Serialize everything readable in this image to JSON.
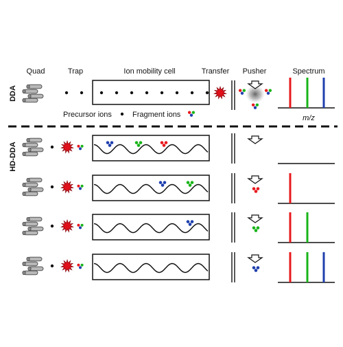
{
  "headers": {
    "quad": "Quad",
    "trap": "Trap",
    "imc": "Ion mobility cell",
    "transfer": "Transfer",
    "pusher": "Pusher",
    "spectrum": "Spectrum"
  },
  "row_labels": {
    "dda": "DDA",
    "hd_dda": "HD-DDA"
  },
  "legend": {
    "precursor": "Precursor ions",
    "fragment": "Fragment ions"
  },
  "axis_label": "m/z",
  "colors": {
    "red": "#e8191d",
    "green": "#18b418",
    "blue": "#1f3fae",
    "burst": "#e0101a",
    "black": "#111111",
    "quad_rod": "#b8b8b8"
  },
  "hd_rows": [
    {
      "cell_ions": [
        "blue",
        "green",
        "red"
      ],
      "pusher_ion": null,
      "spectrum_peaks": []
    },
    {
      "cell_ions": [
        "blue",
        "green"
      ],
      "pusher_ion": "red",
      "spectrum_peaks": [
        "red"
      ]
    },
    {
      "cell_ions": [
        "blue"
      ],
      "pusher_ion": "green",
      "spectrum_peaks": [
        "red",
        "green"
      ]
    },
    {
      "cell_ions": [],
      "pusher_ion": "blue",
      "spectrum_peaks": [
        "red",
        "green",
        "blue"
      ]
    }
  ],
  "dda_spectrum_peaks": [
    "red",
    "green",
    "blue"
  ]
}
